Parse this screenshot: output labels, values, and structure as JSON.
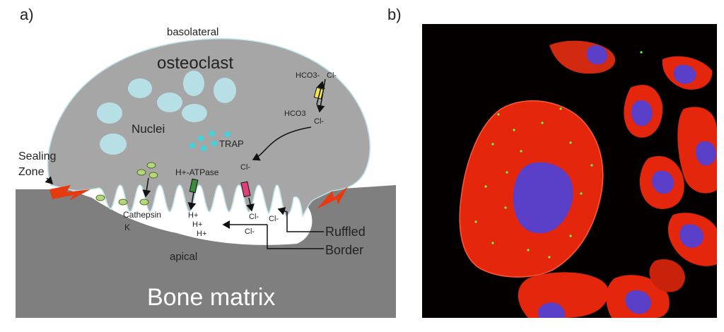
{
  "panel_a": {
    "label": "a)",
    "basolateral": "basolateral",
    "osteoclast": "osteoclast",
    "nuclei": "Nuclei",
    "trap": "TRAP",
    "hco3_top": "HCO3-",
    "cl_top": "Cl-",
    "hco3_mid": "HCO3",
    "cl_mid": "Cl-",
    "cl_inner": "Cl-",
    "h_atpase": "H+-ATPase",
    "sealing_zone_1": "Sealing",
    "sealing_zone_2": "Zone",
    "cathepsin_1": "Cathepsin",
    "cathepsin_2": "K",
    "h_plus": "H+",
    "cl_lower_1": "Cl-",
    "cl_lower_2": "Cl-",
    "cl_lower_3": "Cl-",
    "ruffled_1": "Ruffled",
    "ruffled_2": "Border",
    "apical": "apical",
    "bone_matrix": "Bone matrix",
    "colors": {
      "cell": "#a6a6a6",
      "bone": "#7f7f7f",
      "nucleus": "#b7e0e6",
      "trap_dot": "#3fd3dc",
      "cathepsin": "#b4d879",
      "atpase": "#3a8c3a",
      "cl_channel": "#e0407a",
      "exchanger": "#f2e84a",
      "seal": "#e83a10"
    }
  },
  "panel_b": {
    "label": "b)",
    "colors": {
      "background": "#050000",
      "cytoplasm": "#e4260c",
      "nucleus": "#5a3fc8",
      "puncta": "#5cff4a"
    }
  }
}
